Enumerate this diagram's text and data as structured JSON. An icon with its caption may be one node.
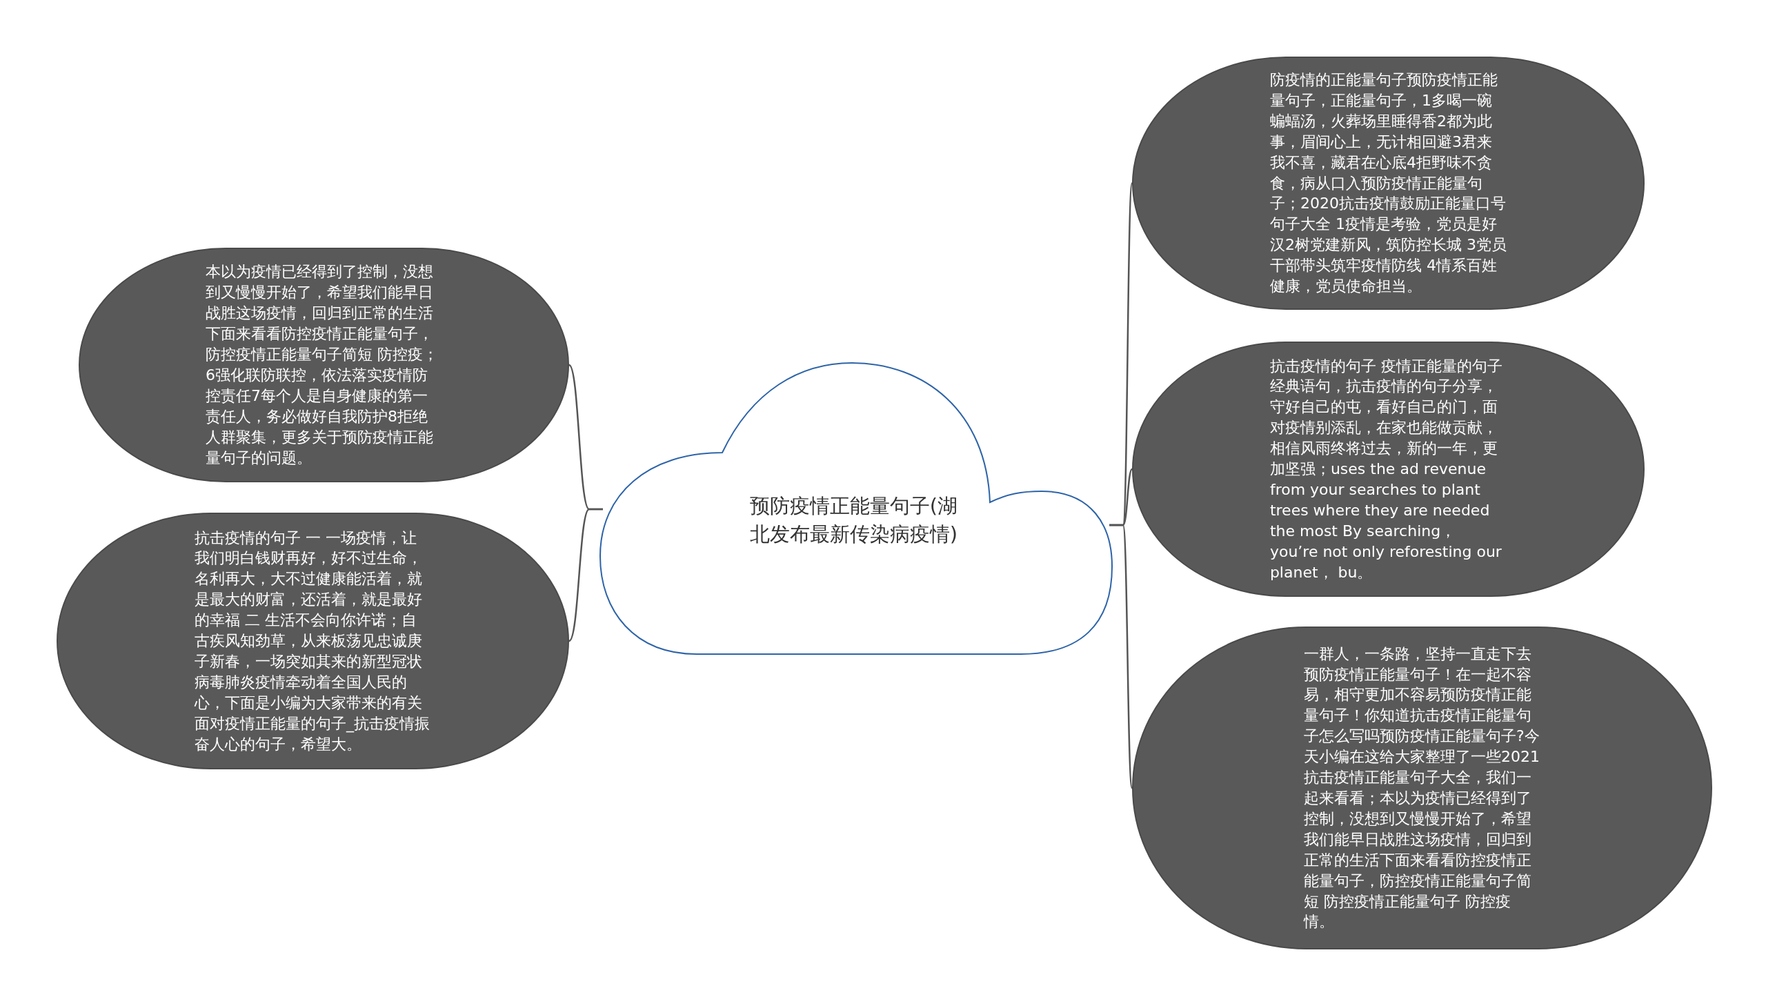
{
  "diagram": {
    "nodes": [
      {
        "text": [
          "预防疫情正能量句子(湖北发布最新传染病疫情)"
        ]
      },
      {
        "text": [
          "本以为疫情已经得到了控制，没想到又慢慢开始了，希望我们能早日战胜这场疫情，回归到正常的生活下面来看看防控疫情正能量句子，防控疫情正能量句子简短 防控疫；6强化联防联控，依法落实疫情防控责任7每个人是自身健康的第一责任人，务必做好自我防护8拒绝人群聚集，更多关于预防疫情正能量句子的问题。"
        ]
      },
      {
        "text": [
          "抗击疫情的句子 一 一场疫情，让我们明白钱财再好，好不过生命，名利再大，大不过健康能活着，就是最大的财富，还活着，就是最好的幸福 二 生活不会向你许诺；自古疾风知劲草，从来板荡见忠诚庚子新春，一场突如其来的新型冠状病毒肺炎疫情牵动着全国人民的心，下面是小编为大家带来的有关面对疫情正能量的句子_抗击疫情振奋人心的句子，希望大。"
        ]
      },
      {
        "text": [
          "防疫情的正能量句子预防疫情正能量句子，正能量句子，1多喝一碗蝙蝠汤，火葬场里睡得香2都为此事，眉间心上，无计相回避3君来我不喜，藏君在心底4拒野味不贪食，病从口入预防疫情正能量句子；2020抗击疫情鼓励正能量口号句子大全 1疫情是考验，党员是好汉2树党建新风，筑防控长城 3党员干部带头筑牢疫情防线 4情系百姓健康，党员使命担当。"
        ]
      },
      {
        "text": [
          "抗击疫情的句子 疫情正能量的句子经典语句，抗击疫情的句子分享，守好自己的屯，看好自己的门，面对疫情别添乱，在家也能做贡献，相信风雨终将过去，新的一年，更加坚强；uses the ad revenue from your searches to plant trees where they are needed the most By searching， you’re not only reforesting our planet， bu。"
        ]
      },
      {
        "text": [
          "一群人，一条路，坚持一直走下去预防疫情正能量句子！在一起不容易，相守更加不容易预防疫情正能量句子！你知道抗击疫情正能量句子怎么写吗预防疫情正能量句子?今天小编在这给大家整理了一些2021抗击疫情正能量句子大全，我们一起来看看；本以为疫情已经得到了控制，没想到又慢慢开始了，希望我们能早日战胜这场疫情，回归到正常的生活下面来看看防控疫情正能量句子，防控疫情正能量句子简短 防控疫情正能量句子 防控疫情。"
        ]
      }
    ],
    "edges": [
      {
        "from": 0,
        "to": 1,
        "arrow": "none"
      },
      {
        "from": 0,
        "to": 2,
        "arrow": "none"
      },
      {
        "from": 0,
        "to": 3,
        "arrow": "none"
      },
      {
        "from": 0,
        "to": 4,
        "arrow": "none"
      },
      {
        "from": 0,
        "to": 5,
        "arrow": "none"
      }
    ]
  }
}
